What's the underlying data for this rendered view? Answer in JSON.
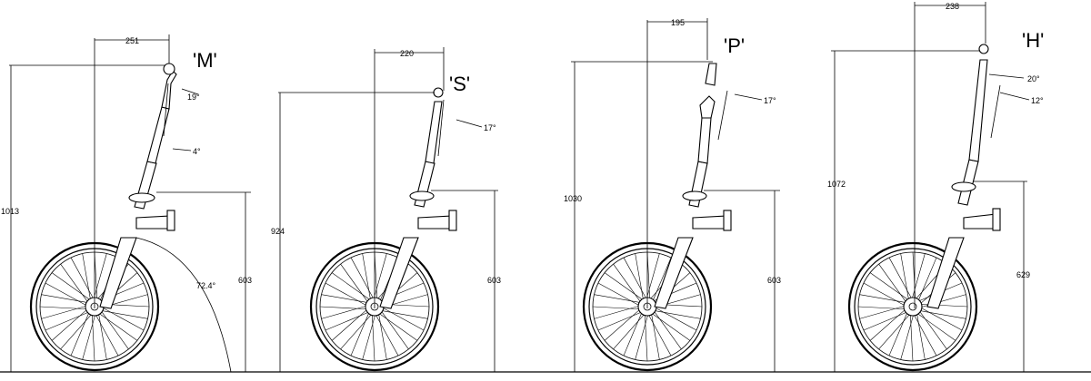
{
  "views": [
    {
      "id": "M",
      "title": "'M'",
      "width_dim": "251",
      "height_dim": "1013",
      "seat_height_dim": "603",
      "angles": [
        "19°",
        "4°",
        "72.4°"
      ]
    },
    {
      "id": "S",
      "title": "'S'",
      "width_dim": "220",
      "height_dim": "924",
      "seat_height_dim": "603",
      "angles": [
        "17°"
      ]
    },
    {
      "id": "P",
      "title": "'P'",
      "width_dim": "195",
      "height_dim": "1030",
      "seat_height_dim": "603",
      "angles": [
        "17°"
      ]
    },
    {
      "id": "H",
      "title": "'H'",
      "width_dim": "238",
      "height_dim": "1072",
      "seat_height_dim": "629",
      "angles": [
        "20°",
        "12°"
      ]
    }
  ]
}
